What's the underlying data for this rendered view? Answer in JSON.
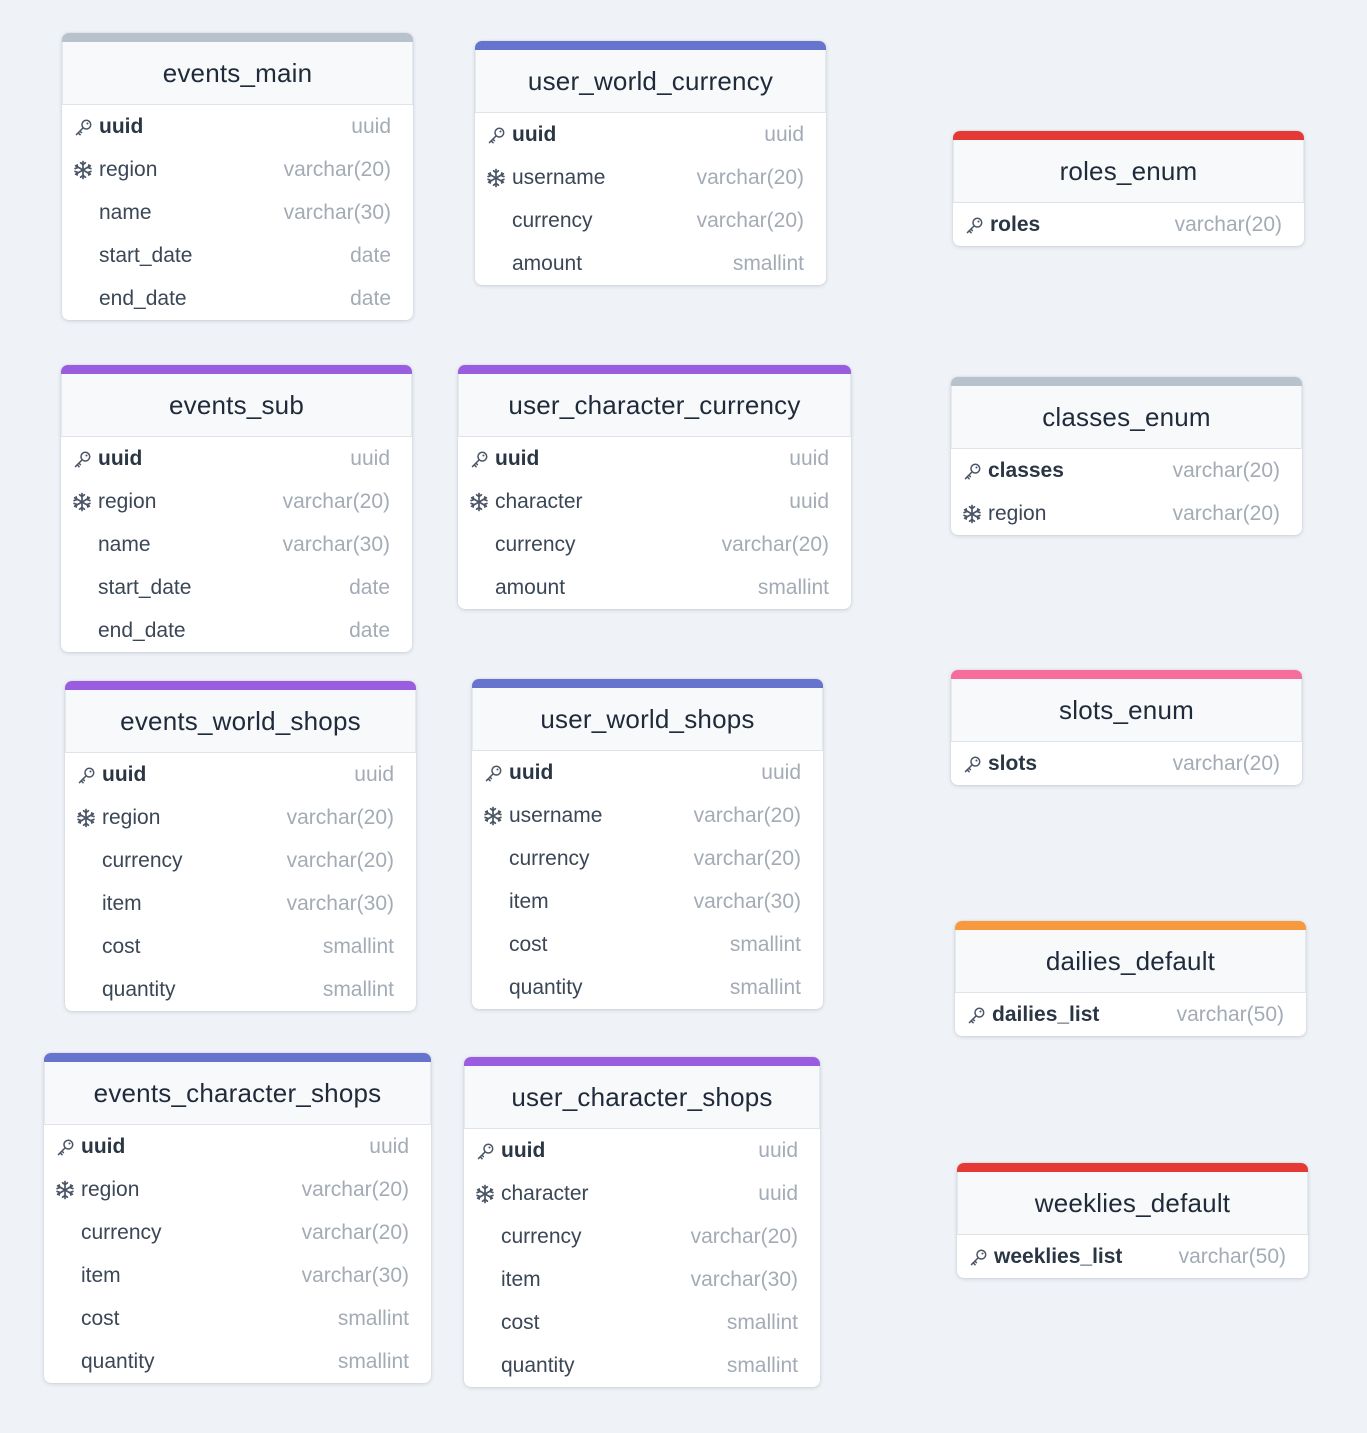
{
  "tables": [
    {
      "name": "events_main",
      "color": "#b8c2cc",
      "fields": [
        {
          "name": "uuid",
          "type": "uuid",
          "key": "pk"
        },
        {
          "name": "region",
          "type": "varchar(20)",
          "key": "fk"
        },
        {
          "name": "name",
          "type": "varchar(30)",
          "key": ""
        },
        {
          "name": "start_date",
          "type": "date",
          "key": ""
        },
        {
          "name": "end_date",
          "type": "date",
          "key": ""
        }
      ]
    },
    {
      "name": "user_world_currency",
      "color": "#6774cd",
      "fields": [
        {
          "name": "uuid",
          "type": "uuid",
          "key": "pk"
        },
        {
          "name": "username",
          "type": "varchar(20)",
          "key": "fk"
        },
        {
          "name": "currency",
          "type": "varchar(20)",
          "key": ""
        },
        {
          "name": "amount",
          "type": "smallint",
          "key": ""
        }
      ]
    },
    {
      "name": "roles_enum",
      "color": "#e53935",
      "fields": [
        {
          "name": "roles",
          "type": "varchar(20)",
          "key": "pk"
        }
      ]
    },
    {
      "name": "events_sub",
      "color": "#9a5de0",
      "fields": [
        {
          "name": "uuid",
          "type": "uuid",
          "key": "pk"
        },
        {
          "name": "region",
          "type": "varchar(20)",
          "key": "fk"
        },
        {
          "name": "name",
          "type": "varchar(30)",
          "key": ""
        },
        {
          "name": "start_date",
          "type": "date",
          "key": ""
        },
        {
          "name": "end_date",
          "type": "date",
          "key": ""
        }
      ]
    },
    {
      "name": "user_character_currency",
      "color": "#9a5de0",
      "fields": [
        {
          "name": "uuid",
          "type": "uuid",
          "key": "pk"
        },
        {
          "name": "character",
          "type": "uuid",
          "key": "fk"
        },
        {
          "name": "currency",
          "type": "varchar(20)",
          "key": ""
        },
        {
          "name": "amount",
          "type": "smallint",
          "key": ""
        }
      ]
    },
    {
      "name": "classes_enum",
      "color": "#b8c2cc",
      "fields": [
        {
          "name": "classes",
          "type": "varchar(20)",
          "key": "pk"
        },
        {
          "name": "region",
          "type": "varchar(20)",
          "key": "fk"
        }
      ]
    },
    {
      "name": "events_world_shops",
      "color": "#9a5de0",
      "fields": [
        {
          "name": "uuid",
          "type": "uuid",
          "key": "pk"
        },
        {
          "name": "region",
          "type": "varchar(20)",
          "key": "fk"
        },
        {
          "name": "currency",
          "type": "varchar(20)",
          "key": ""
        },
        {
          "name": "item",
          "type": "varchar(30)",
          "key": ""
        },
        {
          "name": "cost",
          "type": "smallint",
          "key": ""
        },
        {
          "name": "quantity",
          "type": "smallint",
          "key": ""
        }
      ]
    },
    {
      "name": "user_world_shops",
      "color": "#6774cd",
      "fields": [
        {
          "name": "uuid",
          "type": "uuid",
          "key": "pk"
        },
        {
          "name": "username",
          "type": "varchar(20)",
          "key": "fk"
        },
        {
          "name": "currency",
          "type": "varchar(20)",
          "key": ""
        },
        {
          "name": "item",
          "type": "varchar(30)",
          "key": ""
        },
        {
          "name": "cost",
          "type": "smallint",
          "key": ""
        },
        {
          "name": "quantity",
          "type": "smallint",
          "key": ""
        }
      ]
    },
    {
      "name": "slots_enum",
      "color": "#f66d9b",
      "fields": [
        {
          "name": "slots",
          "type": "varchar(20)",
          "key": "pk"
        }
      ]
    },
    {
      "name": "dailies_default",
      "color": "#f6993f",
      "fields": [
        {
          "name": "dailies_list",
          "type": "varchar(50)",
          "key": "pk"
        }
      ]
    },
    {
      "name": "events_character_shops",
      "color": "#6774cd",
      "fields": [
        {
          "name": "uuid",
          "type": "uuid",
          "key": "pk"
        },
        {
          "name": "region",
          "type": "varchar(20)",
          "key": "fk"
        },
        {
          "name": "currency",
          "type": "varchar(20)",
          "key": ""
        },
        {
          "name": "item",
          "type": "varchar(30)",
          "key": ""
        },
        {
          "name": "cost",
          "type": "smallint",
          "key": ""
        },
        {
          "name": "quantity",
          "type": "smallint",
          "key": ""
        }
      ]
    },
    {
      "name": "user_character_shops",
      "color": "#9a5de0",
      "fields": [
        {
          "name": "uuid",
          "type": "uuid",
          "key": "pk"
        },
        {
          "name": "character",
          "type": "uuid",
          "key": "fk"
        },
        {
          "name": "currency",
          "type": "varchar(20)",
          "key": ""
        },
        {
          "name": "item",
          "type": "varchar(30)",
          "key": ""
        },
        {
          "name": "cost",
          "type": "smallint",
          "key": ""
        },
        {
          "name": "quantity",
          "type": "smallint",
          "key": ""
        }
      ]
    },
    {
      "name": "weeklies_default",
      "color": "#e53935",
      "fields": [
        {
          "name": "weeklies_list",
          "type": "varchar(50)",
          "key": "pk"
        }
      ]
    }
  ]
}
